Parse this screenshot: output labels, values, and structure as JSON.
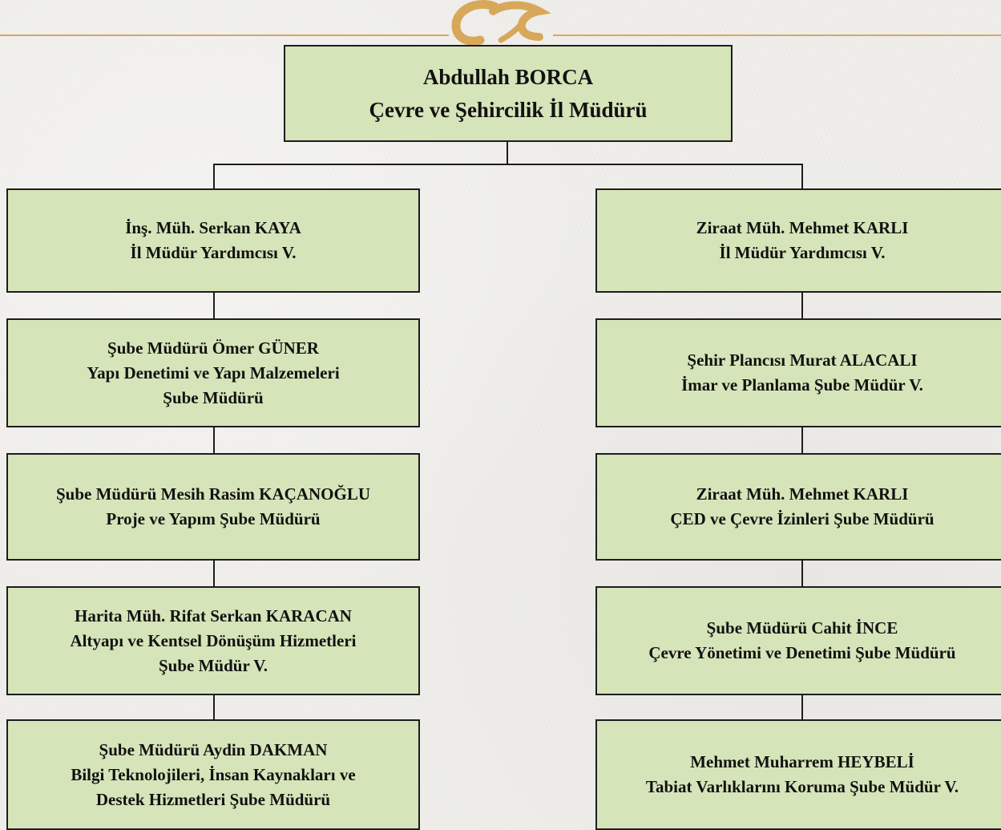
{
  "root": {
    "lines": [
      "Abdullah BORCA",
      "Çevre ve Şehircilik İl Müdürü"
    ]
  },
  "left_column": [
    {
      "lines": [
        "İnş. Müh. Serkan KAYA",
        "İl Müdür Yardımcısı V."
      ]
    },
    {
      "lines": [
        "Şube Müdürü Ömer GÜNER",
        "Yapı Denetimi ve Yapı Malzemeleri",
        "Şube Müdürü"
      ]
    },
    {
      "lines": [
        "Şube Müdürü Mesih Rasim KAÇANOĞLU",
        "Proje ve Yapım Şube Müdürü"
      ]
    },
    {
      "lines": [
        "Harita Müh. Rifat Serkan KARACAN",
        "Altyapı ve Kentsel Dönüşüm Hizmetleri",
        "Şube Müdür V."
      ]
    },
    {
      "lines": [
        "Şube Müdürü Aydin DAKMAN",
        "Bilgi Teknolojileri, İnsan Kaynakları ve",
        "Destek Hizmetleri Şube Müdürü"
      ]
    }
  ],
  "right_column": [
    {
      "lines": [
        "Ziraat Müh. Mehmet KARLI",
        "İl Müdür Yardımcısı V."
      ]
    },
    {
      "lines": [
        "Şehir Plancısı Murat ALACALI",
        "İmar ve Planlama Şube Müdür V."
      ]
    },
    {
      "lines": [
        "Ziraat Müh. Mehmet KARLI",
        "ÇED ve Çevre İzinleri Şube Müdürü"
      ]
    },
    {
      "lines": [
        "Şube Müdürü Cahit İNCE",
        "Çevre Yönetimi ve Denetimi Şube Müdürü"
      ]
    },
    {
      "lines": [
        "Mehmet Muharrem HEYBELİ",
        "Tabiat Varlıklarını Koruma Şube Müdür V."
      ]
    }
  ]
}
